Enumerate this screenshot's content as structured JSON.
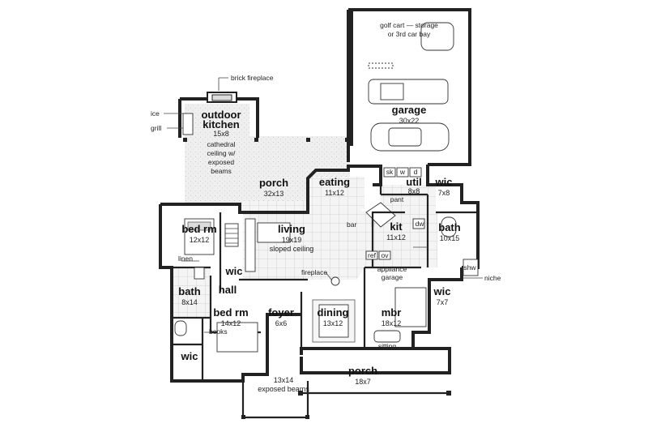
{
  "rooms": {
    "garage": {
      "name": "garage",
      "dims": "30x22",
      "note1": "golf cart — storage",
      "note2": "or 3rd car bay"
    },
    "outdoor_kitchen": {
      "name1": "outdoor",
      "name2": "kitchen",
      "dims": "15x8",
      "note1": "cathedral",
      "note2": "ceiling w/",
      "note3": "exposed",
      "note4": "beams"
    },
    "porch_back": {
      "name": "porch",
      "dims": "32x13"
    },
    "eating": {
      "name": "eating",
      "dims": "11x12"
    },
    "util": {
      "name": "util",
      "dims": "8x8"
    },
    "wic_top": {
      "name": "wic",
      "dims": "7x8"
    },
    "bed_rm_1": {
      "name": "bed rm",
      "dims": "12x12"
    },
    "living": {
      "name": "living",
      "dims": "19x19",
      "note": "sloped ceiling"
    },
    "kit": {
      "name": "kit",
      "dims": "11x12"
    },
    "bath_master": {
      "name": "bath",
      "dims": "10x15"
    },
    "wic_left": {
      "name": "wic"
    },
    "hall": {
      "name": "hall"
    },
    "bath_left": {
      "name": "bath",
      "dims": "8x14"
    },
    "bed_rm_2": {
      "name": "bed rm",
      "dims": "14x12"
    },
    "foyer": {
      "name": "foyer",
      "dims": "6x6"
    },
    "dining": {
      "name": "dining",
      "dims": "13x12"
    },
    "mbr": {
      "name": "mbr",
      "dims": "18x12",
      "note": "sitting"
    },
    "wic_master": {
      "name": "wic",
      "dims": "7x7"
    },
    "wic_bottom": {
      "name": "wic"
    },
    "porch_front": {
      "name": "porch",
      "dims": "18x7"
    },
    "entry_porch": {
      "dims": "13x14",
      "note": "exposed beams"
    }
  },
  "labels": {
    "brick_fireplace": "brick fireplace",
    "ice": "ice",
    "grill": "grill",
    "linen": "linen",
    "books": "books",
    "fireplace": "fireplace",
    "bar": "bar",
    "pant": "pant",
    "sk": "sk",
    "w": "w",
    "d": "d",
    "ref": "ref",
    "ov": "ov",
    "appliance1": "appliance",
    "appliance2": "garage",
    "shw": "shw",
    "niche": "niche",
    "dw": "dw"
  }
}
